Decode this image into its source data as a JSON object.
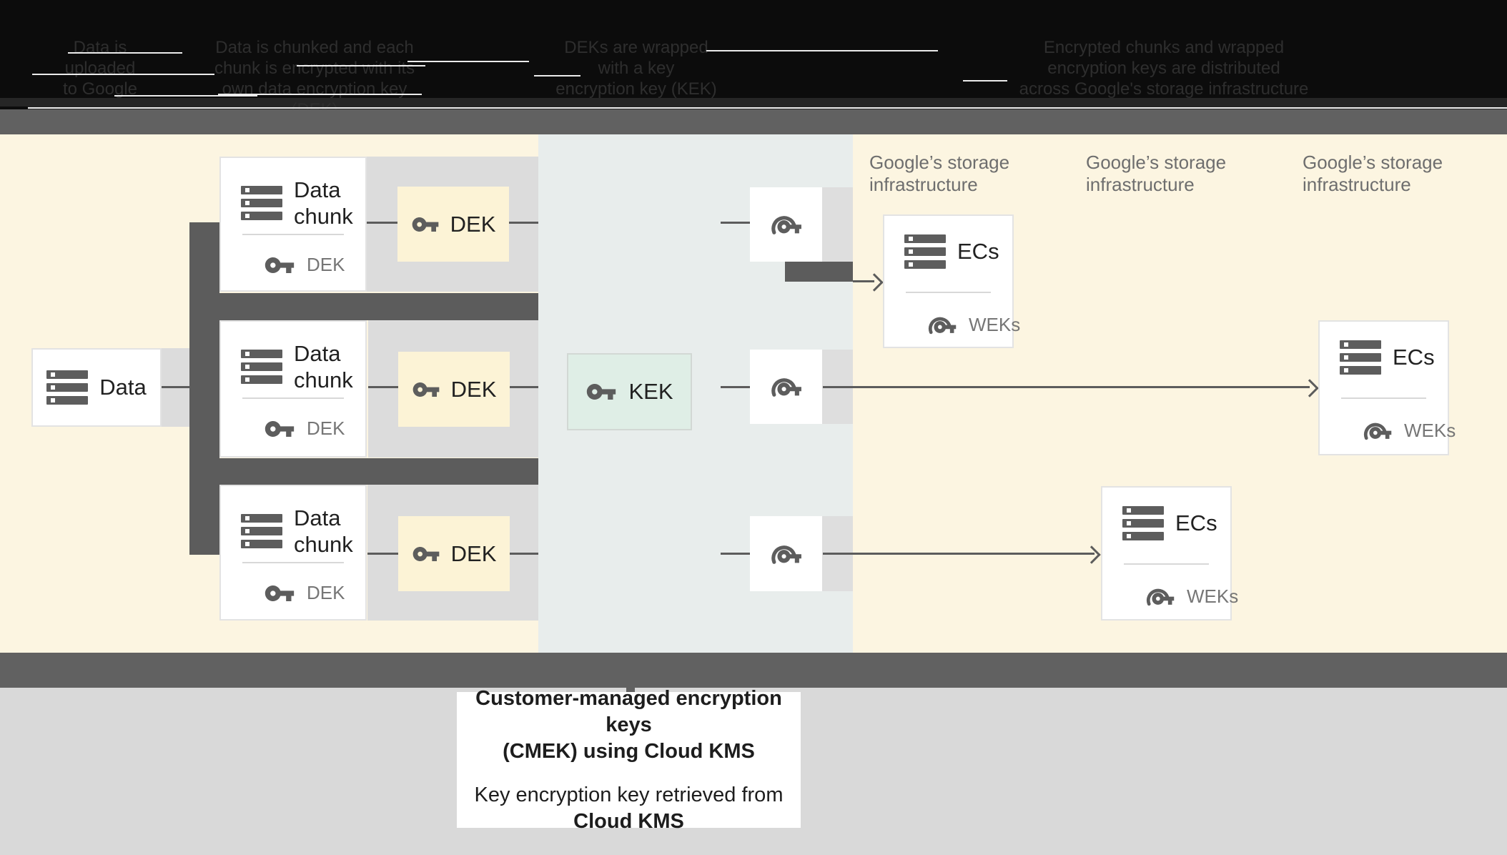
{
  "captions": {
    "col1": {
      "lines": [
        "Data is",
        "uploaded",
        "to Google"
      ]
    },
    "col2": {
      "lines": [
        "Data is chunked and each",
        "chunk is encrypted with its",
        "own data encryption key (DEK)"
      ]
    },
    "col3": {
      "lines": [
        "DEKs are wrapped",
        "with a key",
        "encryption key (KEK)"
      ]
    },
    "col4": {
      "lines": [
        "Encrypted chunks and wrapped",
        "encryption keys are distributed",
        "across Google's storage infrastructure"
      ]
    }
  },
  "nodes": {
    "data": {
      "label": "Data"
    },
    "chunk": {
      "line1": "Data",
      "line2": "chunk",
      "sub": "DEK"
    },
    "dek": {
      "label": "DEK"
    },
    "kek": {
      "label": "KEK"
    },
    "ecs": {
      "label": "ECs",
      "sub": "WEKs"
    }
  },
  "storage_label": {
    "line1": "Google’s storage",
    "line2": "infrastructure"
  },
  "legend": {
    "title_line1": "Customer-managed encryption keys",
    "title_line2": "(CMEK) using Cloud KMS",
    "body_line1": "Key encryption key retrieved from",
    "body_bold": "Cloud KMS"
  },
  "colors": {
    "black": "#0c0c0c",
    "strip": "#262626",
    "cap": "#2e2e2e",
    "grayband": "#616161",
    "dark": "#5c5c5c",
    "yellow": "#fcf5e1",
    "dekfill": "#fcf3d6",
    "mid": "#e8edec",
    "kekfill": "#dfeee6",
    "kekborder": "#d2d8d4",
    "lightgray": "#dcdcdc",
    "midgray": "#dedede",
    "cardborder": "#e3e3e3",
    "divider": "#d8d8d8",
    "icon": "#5d5d5d",
    "textdark": "#212121",
    "textgray": "#767676",
    "storage": "#6e6e6e",
    "pagegray": "#d9d9d9",
    "legendtext": "#1d1d1d",
    "white": "#ffffff"
  }
}
